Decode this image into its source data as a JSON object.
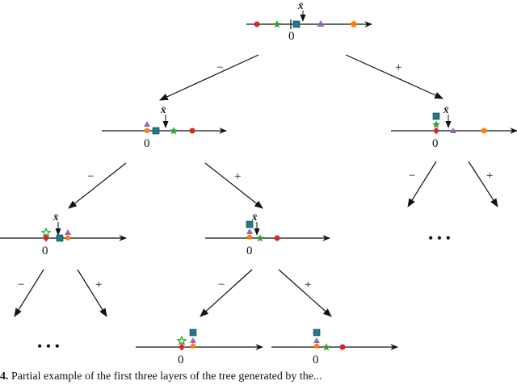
{
  "labels": {
    "zero": "0",
    "xbar": "x̄",
    "minus": "−",
    "plus": "+",
    "ellipsis": "• • •"
  },
  "caption": {
    "label": "4.",
    "text": "Partial example of the first three layers of the tree generated by the..."
  },
  "colors": {
    "axis": "#111111",
    "red_circle": "#d62728",
    "green_star": "#2ca02c",
    "teal_square": "#1f7a8c",
    "purple_triangle": "#9467bd",
    "orange_pentagon": "#ff7f0e"
  },
  "marker_types": [
    "circle",
    "star",
    "square",
    "triangle",
    "pentagon",
    "diamond"
  ]
}
